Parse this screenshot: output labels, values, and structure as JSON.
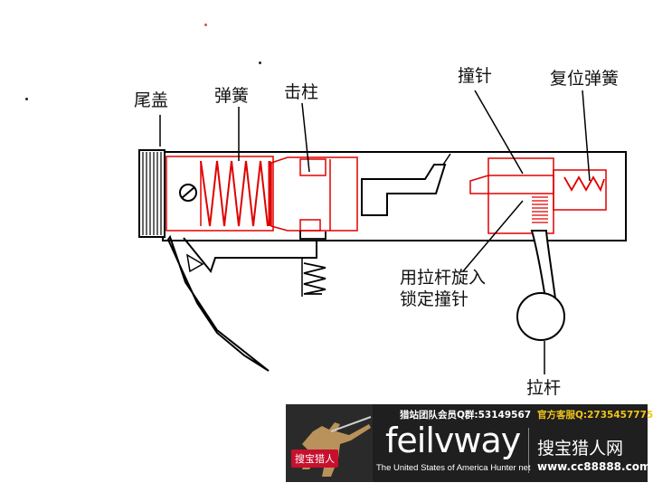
{
  "labels": {
    "end_cap": "尾盖",
    "spring": "弹簧",
    "striker": "击柱",
    "firing_pin": "撞针",
    "return_spring": "复位弹簧",
    "lock_note_line1": "用拉杆旋入",
    "lock_note_line2": "锁定撞针",
    "bolt_handle": "拉杆"
  },
  "banner": {
    "qq_group": "猎站团队会员Q群:53149567",
    "service_qq": "官方客服Q:2735457775",
    "brand": "feilvway",
    "tagline": "The United States of America Hunter net",
    "site_name": "搜宝猎人网",
    "url": "www.cc88888.com",
    "logo_text": "搜宝猎人"
  },
  "colors": {
    "outline": "#000000",
    "highlight": "#e00000",
    "banner_bg": "#1f1f1f"
  }
}
